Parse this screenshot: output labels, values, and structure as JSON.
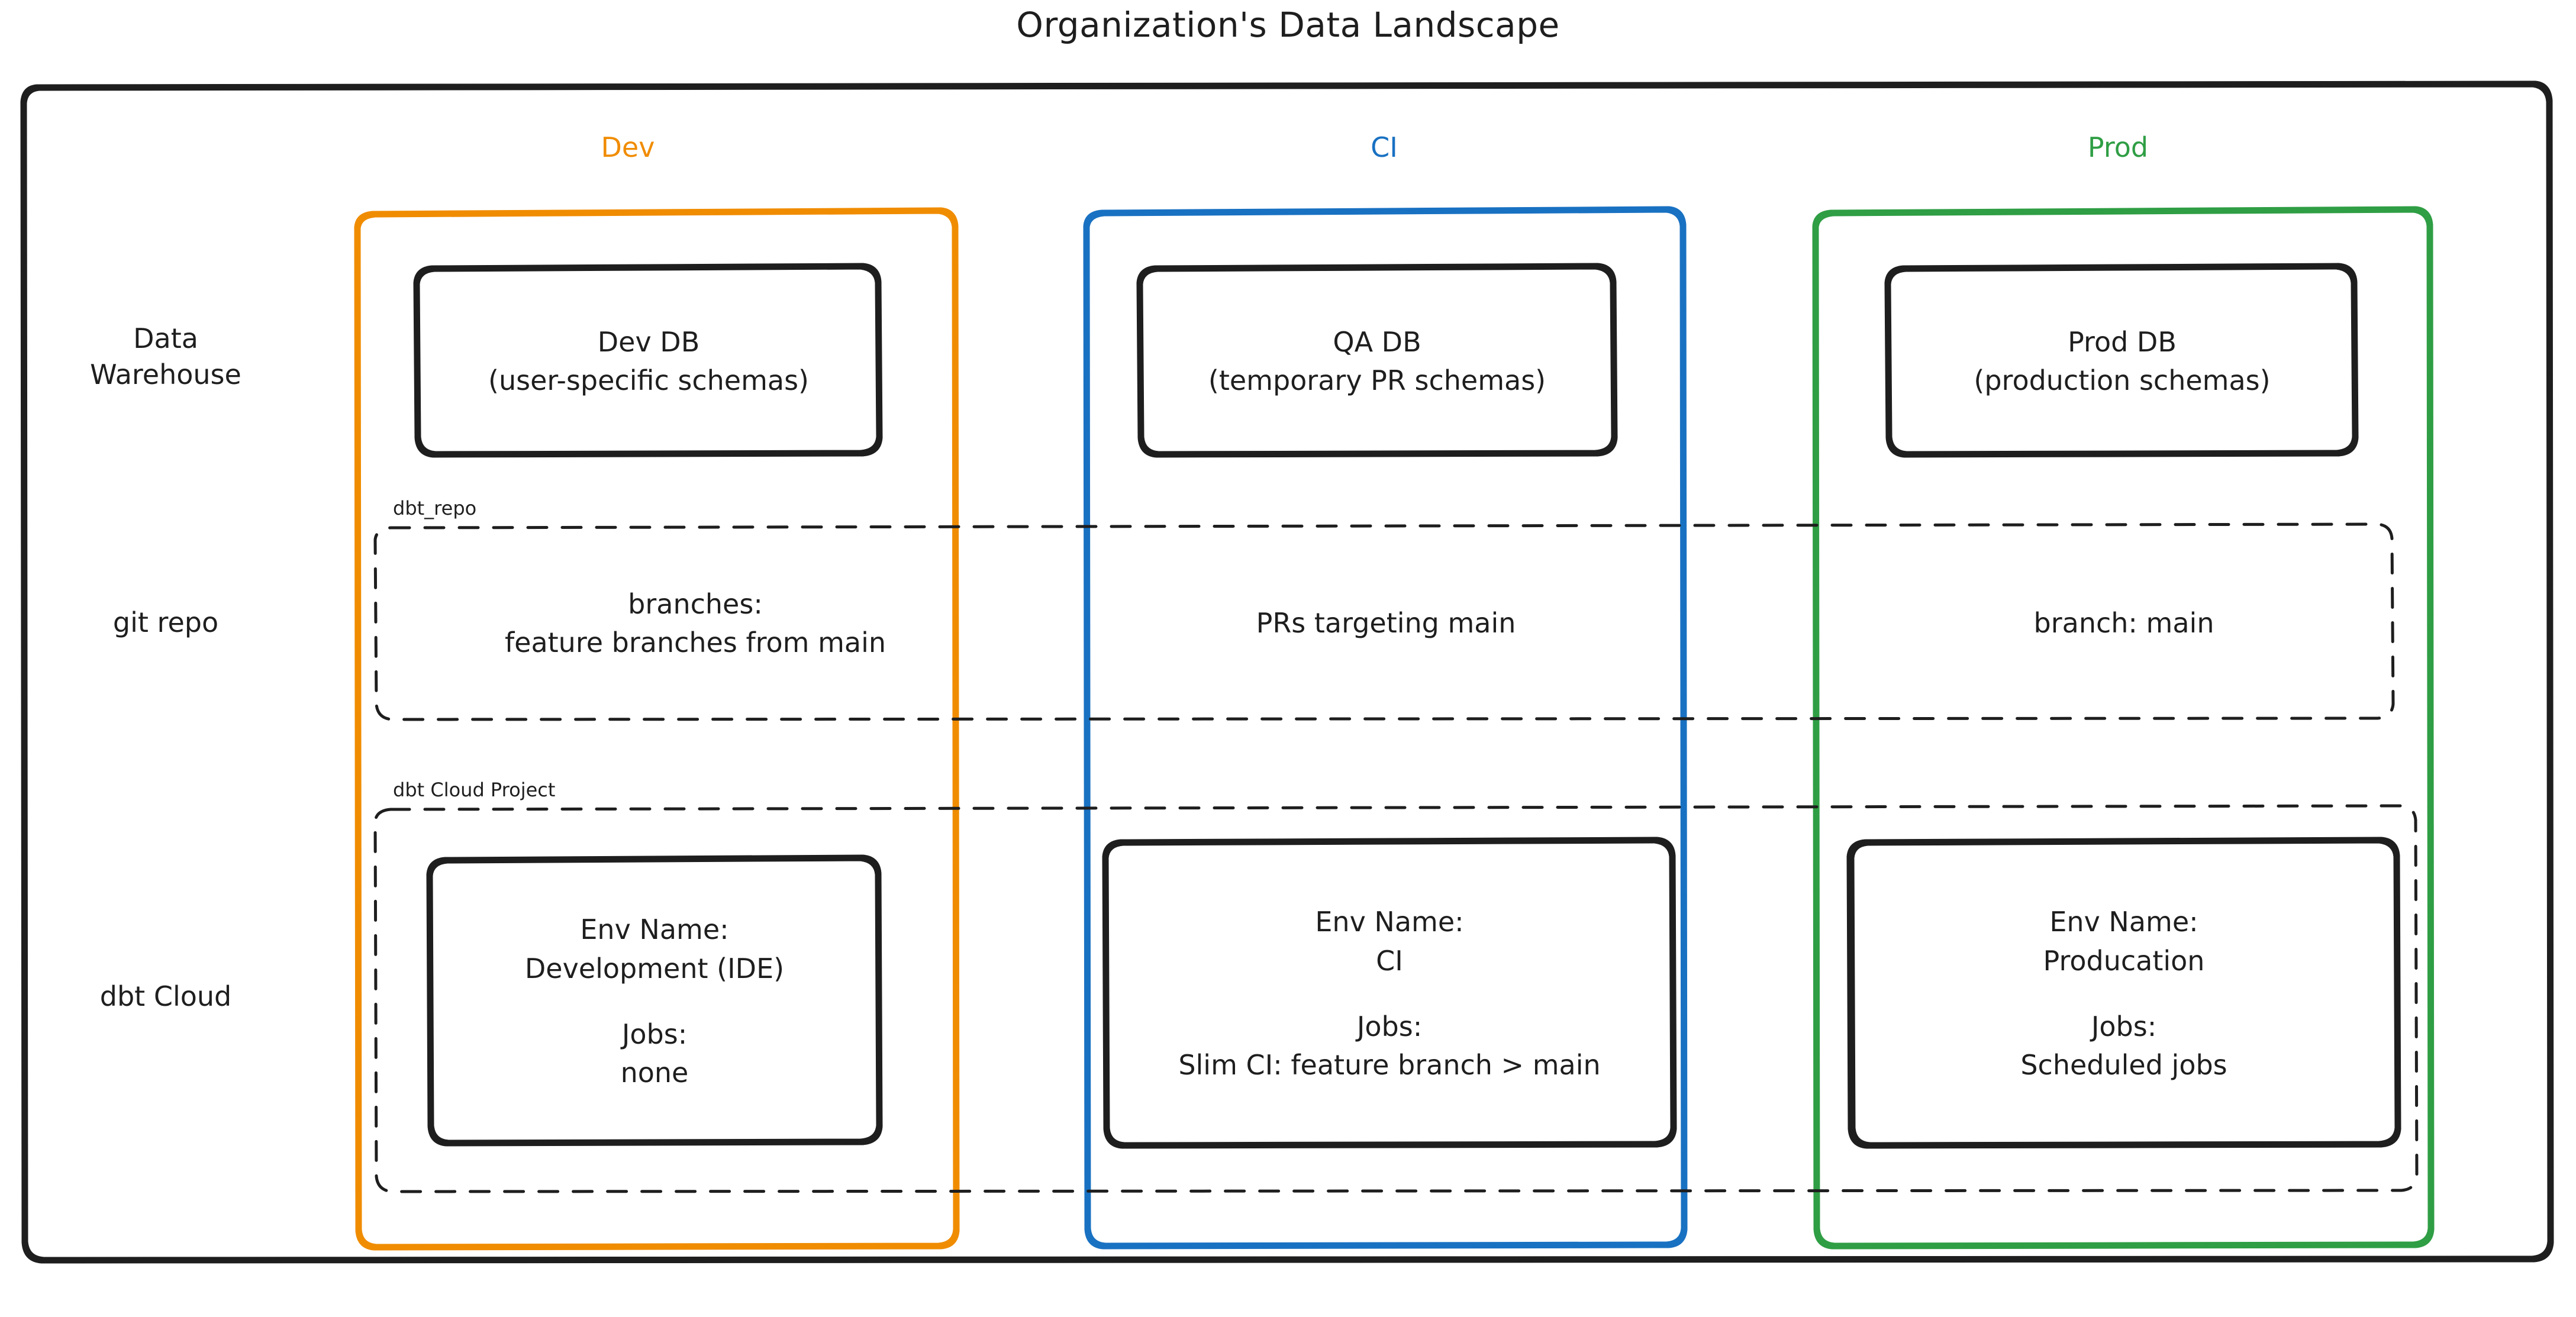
{
  "title": "Organization's Data Landscape",
  "colors": {
    "dev": "#f08c00",
    "ci": "#1971c2",
    "prod": "#2f9e44",
    "stroke": "#1e1e1e",
    "background": "#ffffff"
  },
  "columns": [
    {
      "id": "dev",
      "label": "Dev",
      "color": "#f08c00"
    },
    {
      "id": "ci",
      "label": "CI",
      "color": "#1971c2"
    },
    {
      "id": "prod",
      "label": "Prod",
      "color": "#2f9e44"
    }
  ],
  "rows": [
    {
      "id": "data-warehouse",
      "label": "Data\nWarehouse"
    },
    {
      "id": "git-repo",
      "label": "git repo"
    },
    {
      "id": "dbt-cloud",
      "label": "dbt Cloud"
    }
  ],
  "groups": [
    {
      "id": "dbt-repo",
      "label": "dbt_repo"
    },
    {
      "id": "dbt-cloud-project",
      "label": "dbt Cloud Project"
    }
  ],
  "cells": {
    "data_warehouse": {
      "dev": {
        "line1": "Dev DB",
        "line2": "(user-specific schemas)"
      },
      "ci": {
        "line1": "QA DB",
        "line2": "(temporary PR schemas)"
      },
      "prod": {
        "line1": "Prod DB",
        "line2": "(production schemas)"
      }
    },
    "git_repo": {
      "dev": {
        "line1": "branches:",
        "line2": "feature branches from main"
      },
      "ci": {
        "line1": "PRs targeting main",
        "line2": ""
      },
      "prod": {
        "line1": "branch: main",
        "line2": ""
      }
    },
    "dbt_cloud": {
      "dev": {
        "env_label": "Env Name:",
        "env_value": "Development (IDE)",
        "jobs_label": "Jobs:",
        "jobs_value": "none"
      },
      "ci": {
        "env_label": "Env Name:",
        "env_value": "CI",
        "jobs_label": "Jobs:",
        "jobs_value": "Slim CI: feature branch > main"
      },
      "prod": {
        "env_label": "Env Name:",
        "env_value": "Producation",
        "jobs_label": "Jobs:",
        "jobs_value": "Scheduled jobs"
      }
    }
  }
}
